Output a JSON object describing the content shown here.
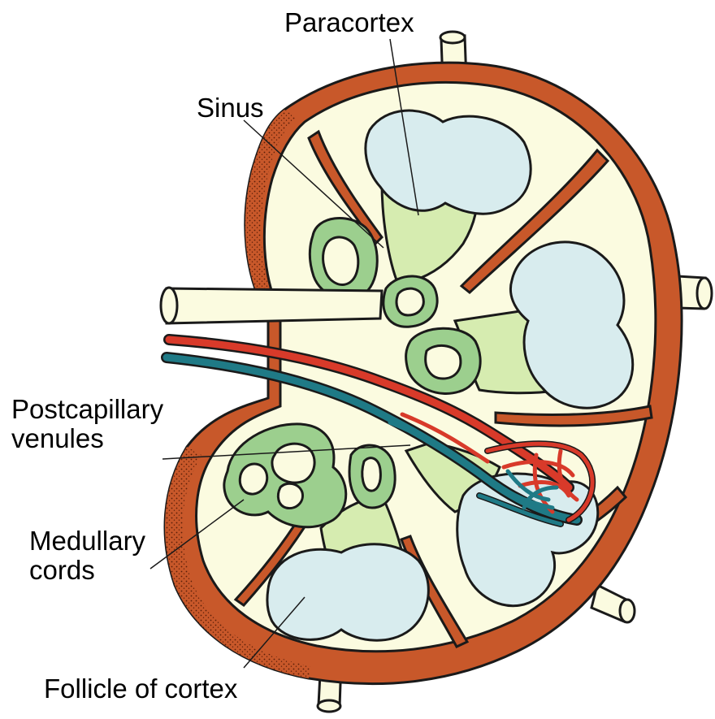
{
  "labels": {
    "paracortex": "Paracortex",
    "sinus": "Sinus",
    "postcapillary_line1": "Postcapillary",
    "postcapillary_line2": "venules",
    "medullary_line1": "Medullary",
    "medullary_line2": "cords",
    "follicle": "Follicle of cortex"
  },
  "colors": {
    "capsule": "#c8582a",
    "capsule_dark": "#7a2a10",
    "sinus": "#fbfbe0",
    "paracortex": "#d6ecb0",
    "follicle": "#d8ecee",
    "medullary_cord": "#9ccf8e",
    "artery": "#d83a2a",
    "venule": "#1f7a86",
    "outline": "#1a1a1a"
  }
}
